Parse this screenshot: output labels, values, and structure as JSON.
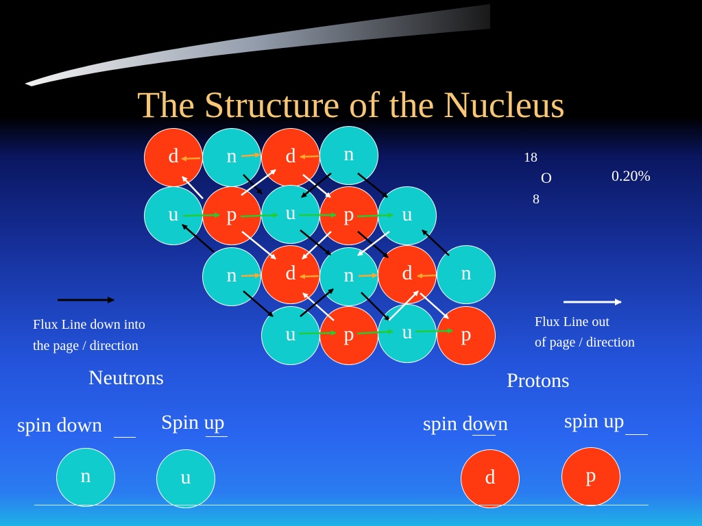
{
  "title": "The Structure of the Nucleus",
  "lattice": [
    {
      "label": "d",
      "kind": "red"
    },
    {
      "label": "n",
      "kind": "teal"
    },
    {
      "label": "d",
      "kind": "red"
    },
    {
      "label": "n",
      "kind": "teal"
    },
    {
      "label": "u",
      "kind": "teal"
    },
    {
      "label": "p",
      "kind": "red"
    },
    {
      "label": "u",
      "kind": "teal"
    },
    {
      "label": "p",
      "kind": "red"
    },
    {
      "label": "u",
      "kind": "teal"
    },
    {
      "label": "n",
      "kind": "teal"
    },
    {
      "label": "d",
      "kind": "red"
    },
    {
      "label": "n",
      "kind": "teal"
    },
    {
      "label": "d",
      "kind": "red"
    },
    {
      "label": "n",
      "kind": "teal"
    },
    {
      "label": "u",
      "kind": "teal"
    },
    {
      "label": "p",
      "kind": "red"
    },
    {
      "label": "u",
      "kind": "teal"
    },
    {
      "label": "p",
      "kind": "red"
    }
  ],
  "isotope": {
    "mass_number": "18",
    "symbol": "O",
    "atomic_number": "8",
    "abundance": "0.20%"
  },
  "legend": {
    "flux_down_line1": "Flux Line down into",
    "flux_down_line2": "the page / direction",
    "flux_out_line1": "Flux Line out",
    "flux_out_line2": "of page / direction"
  },
  "neutrons": {
    "heading": "Neutrons",
    "spin_down": "spin down",
    "spin_up": "Spin up",
    "ball_down": "n",
    "ball_up": "u"
  },
  "protons": {
    "heading": "Protons",
    "spin_down": "spin down",
    "spin_up": "spin up",
    "ball_down": "d",
    "ball_up": "p"
  },
  "colors": {
    "title": "#f8c776",
    "teal": "#10cccc",
    "red": "#ff3a10",
    "arrow_orange": "#ffa531",
    "arrow_green": "#22cc33"
  }
}
